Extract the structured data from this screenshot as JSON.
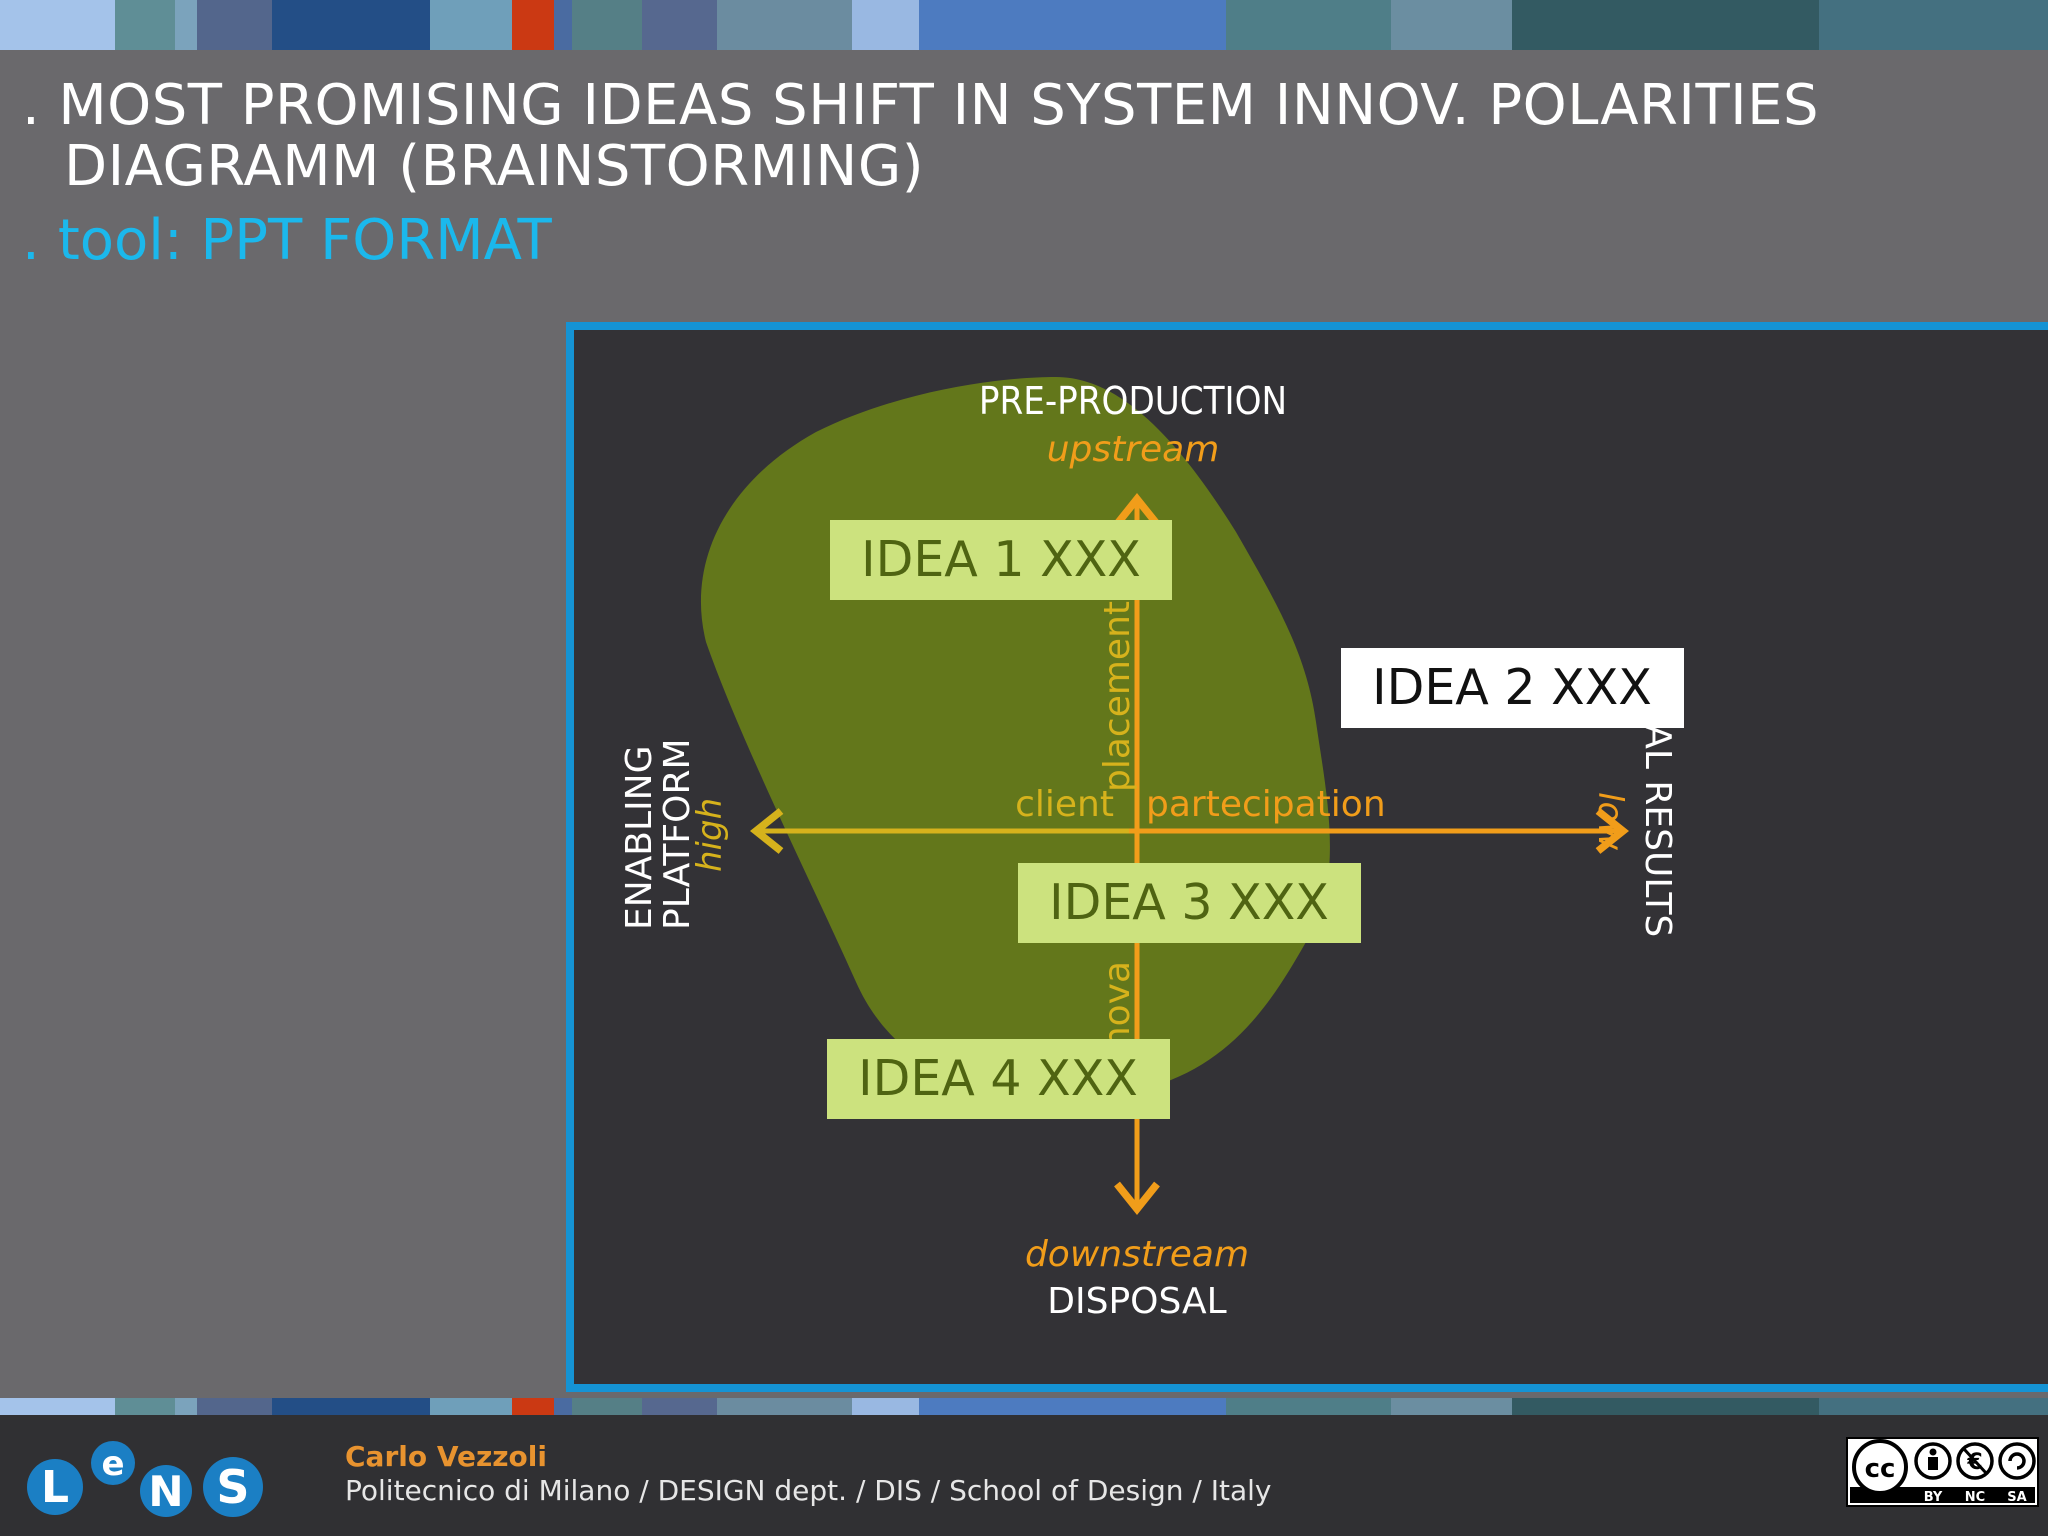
{
  "title": {
    "bullet": ".",
    "line1": "MOST PROMISING IDEAS SHIFT IN SYSTEM INNOV. POLARITIES",
    "line2": "DIAGRAMM (BRAINSTORMING)"
  },
  "subtitle": {
    "bullet": ".",
    "text": "tool: PPT FORMAT"
  },
  "diagram": {
    "axis_top_label": "PRE-PRODUCTION",
    "axis_top_sub": "upstream",
    "axis_bottom_sub": "downstream",
    "axis_bottom_label": "DISPOSAL",
    "axis_left_label_1": "ENABLING",
    "axis_left_label_2": "PLATFORM",
    "axis_left_sub": "high",
    "axis_right_label": "FINAL RESULTS",
    "axis_right_sub": "low",
    "h_axis_caption_left": "client",
    "h_axis_caption_right": "partecipation",
    "v_axis_caption_top": "placement",
    "v_axis_caption_bottom": "innova",
    "ideas": [
      {
        "label": "IDEA 1 XXX",
        "highlight": false
      },
      {
        "label": "IDEA 2 XXX",
        "highlight": true
      },
      {
        "label": "IDEA 3 XXX",
        "highlight": false
      },
      {
        "label": "IDEA 4 XXX",
        "highlight": false
      }
    ],
    "colors": {
      "blob": "#657a1b",
      "idea_box": "#cce27e",
      "idea_text": "#4f6412",
      "highlight_box": "#ffffff",
      "highlight_text": "#111111",
      "axis_orange": "#f19d1a",
      "axis_yellow": "#d6b21c",
      "frame": "#1593d4"
    }
  },
  "footer": {
    "author": "Carlo Vezzoli",
    "affiliation": "Politecnico di Milano / DESIGN dept. / DIS / School of Design / Italy",
    "logo_letters": [
      "L",
      "e",
      "N",
      "S"
    ],
    "license": [
      "BY",
      "NC",
      "SA"
    ],
    "license_mark": "cc"
  },
  "stripe_colors": [
    "#a4c3ea",
    "#5f8e96",
    "#7ba3bc",
    "#53668c",
    "#234e86",
    "#6f9fba",
    "#cb3913",
    "#4a6ba1",
    "#557f86",
    "#56688f",
    "#6b8ca0",
    "#99b8e2",
    "#4d7bc0",
    "#4f7e88",
    "#6b8ea1",
    "#335a62",
    "#447080"
  ]
}
